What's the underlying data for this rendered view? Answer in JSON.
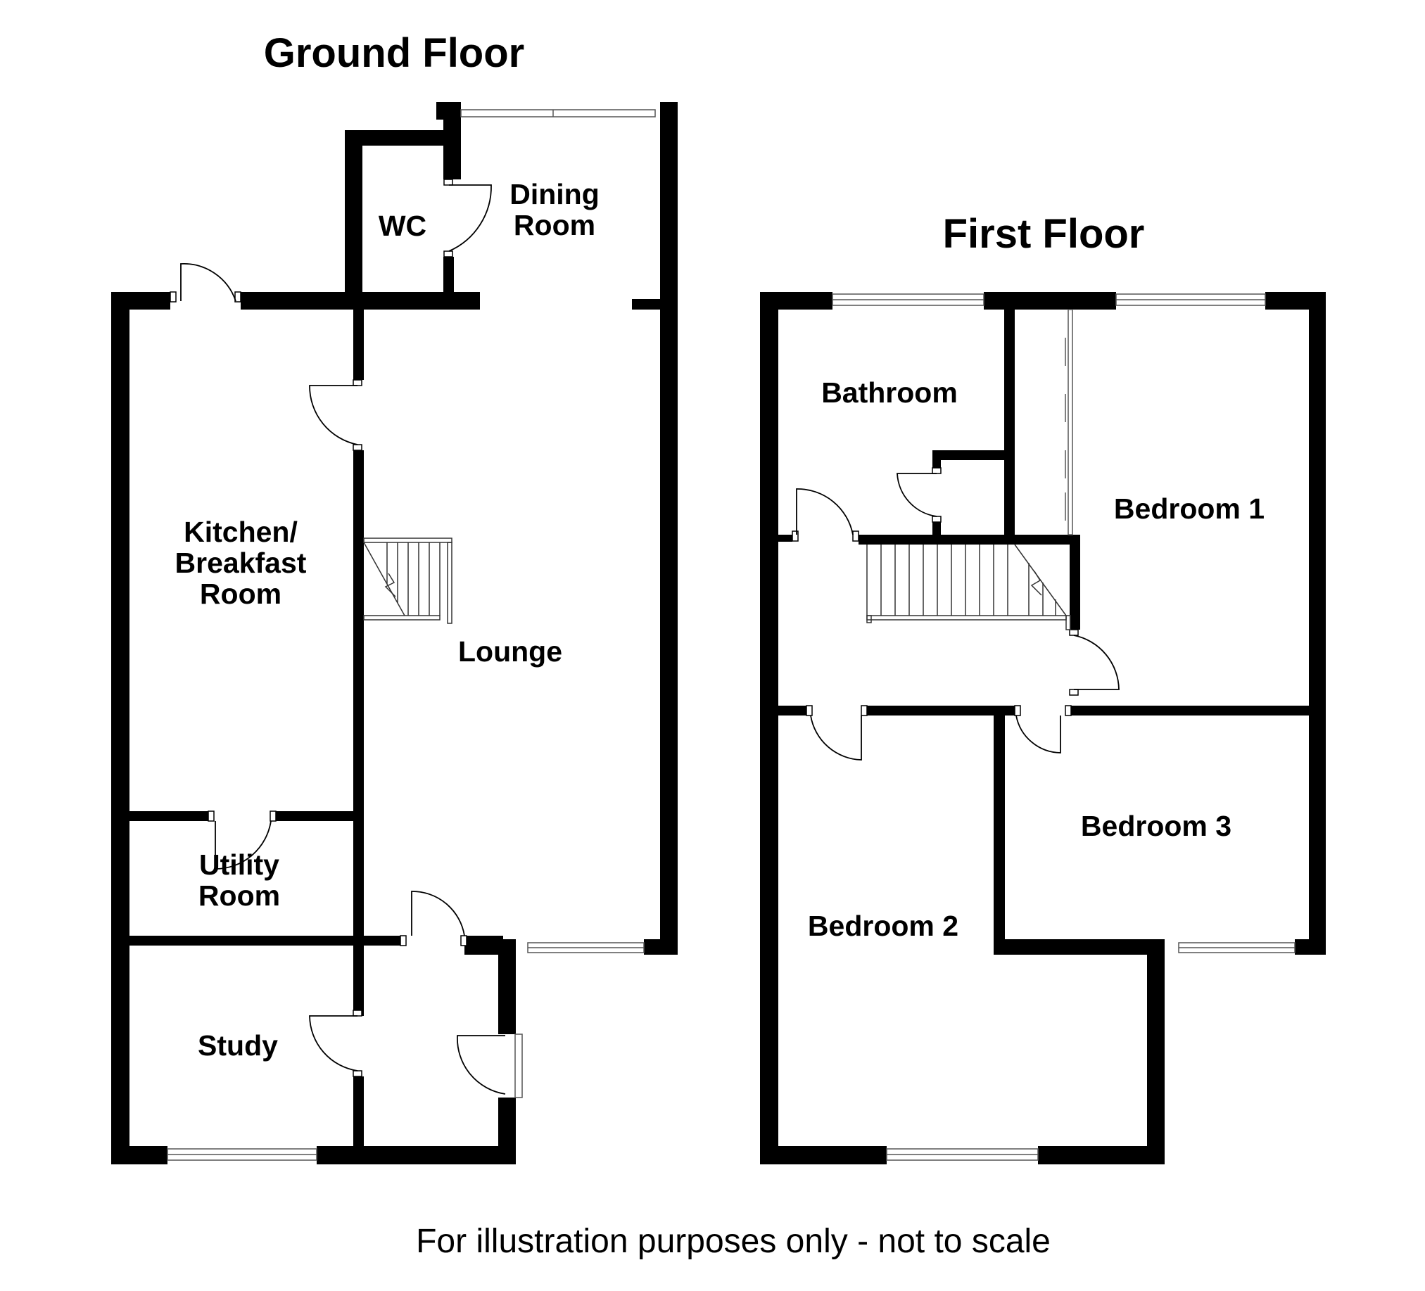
{
  "ground_floor": {
    "title": "Ground Floor",
    "rooms": {
      "wc": "WC",
      "dining_line1": "Dining",
      "dining_line2": "Room",
      "kitchen_line1": "Kitchen/",
      "kitchen_line2": "Breakfast",
      "kitchen_line3": "Room",
      "lounge": "Lounge",
      "utility_line1": "Utility",
      "utility_line2": "Room",
      "study": "Study"
    }
  },
  "first_floor": {
    "title": "First Floor",
    "rooms": {
      "bathroom": "Bathroom",
      "bedroom1": "Bedroom 1",
      "bedroom2": "Bedroom 2",
      "bedroom3": "Bedroom 3"
    }
  },
  "disclaimer": "For illustration purposes only - not to scale"
}
